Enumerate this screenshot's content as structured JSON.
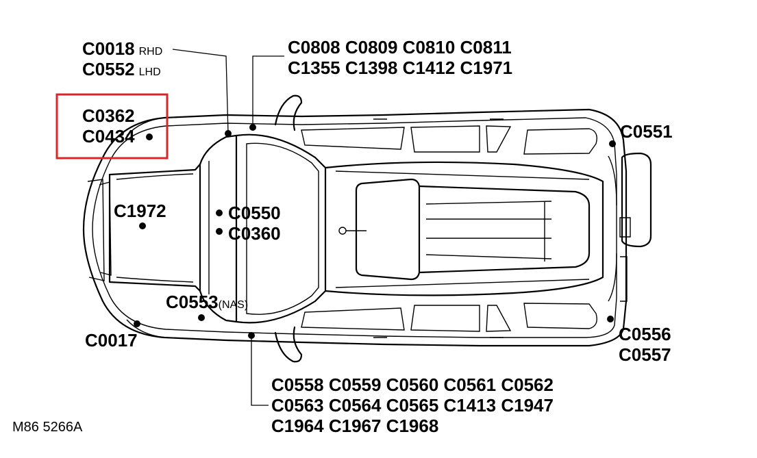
{
  "figure_ref": "M86 5266A",
  "highlight_color": "#d9262b",
  "labels": {
    "c0018": "C0018",
    "rhd": "RHD",
    "c0552": "C0552",
    "lhd": "LHD",
    "c0362": "C0362",
    "c0434": "C0434",
    "c1972": "C1972",
    "c0550": "C0550",
    "c0360": "C0360",
    "c0553": "C0553",
    "nas": "(NAS)",
    "c0017": "C0017",
    "c0551": "C0551",
    "c0556": "C0556",
    "c0557": "C0557",
    "top_right_line1": "C0808 C0809 C0810 C0811",
    "top_right_line2": "C1355 C1398 C1412 C1971",
    "bottom_line1": "C0558 C0559 C0560 C0561 C0562",
    "bottom_line2": "C0563 C0564 C0565 C1413 C1947",
    "bottom_line3": "C1964 C1967 C1968"
  }
}
